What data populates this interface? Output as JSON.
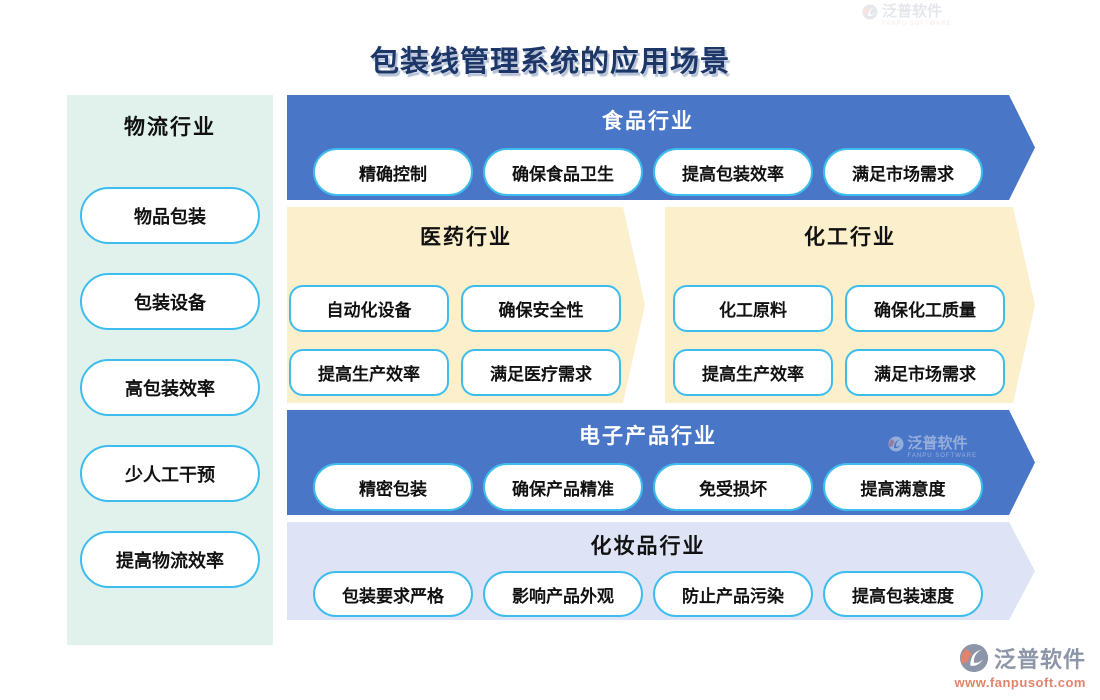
{
  "title": "包装线管理系统的应用场景",
  "sidebar": {
    "title": "物流行业",
    "items": [
      "物品包装",
      "包装设备",
      "高包装效率",
      "少人工干预",
      "提高物流效率"
    ]
  },
  "banners": [
    {
      "id": "food",
      "title": "食品行业",
      "style": "blue",
      "items": [
        "精确控制",
        "确保食品卫生",
        "提高包装效率",
        "满足市场需求"
      ]
    },
    {
      "id": "medical",
      "title": "医药行业",
      "style": "cream",
      "items": [
        "自动化设备",
        "确保安全性",
        "提高生产效率",
        "满足医疗需求"
      ]
    },
    {
      "id": "chemical",
      "title": "化工行业",
      "style": "cream",
      "items": [
        "化工原料",
        "确保化工质量",
        "提高生产效率",
        "满足市场需求"
      ]
    },
    {
      "id": "electronics",
      "title": "电子产品行业",
      "style": "blue",
      "items": [
        "精密包装",
        "确保产品精准",
        "免受损坏",
        "提高满意度"
      ]
    },
    {
      "id": "cosmetics",
      "title": "化妆品行业",
      "style": "lavender",
      "items": [
        "包装要求严格",
        "影响产品外观",
        "防止产品污染",
        "提高包装速度"
      ]
    }
  ],
  "watermark": {
    "text": "泛普软件",
    "subtext": "FANPU SOFTWARE"
  },
  "logo": {
    "name": "泛普软件",
    "url": "www.fanpusoft.com"
  },
  "colors": {
    "banner_blue": "#4a76c8",
    "banner_cream": "#fbefcc",
    "banner_lavender": "#dfe3f6",
    "sidebar_mint": "#e1f2ec",
    "pill_border": "#3dbdee",
    "title_navy": "#1c3668",
    "logo_gray": "#8d96a8",
    "logo_orange": "#e2836b"
  }
}
